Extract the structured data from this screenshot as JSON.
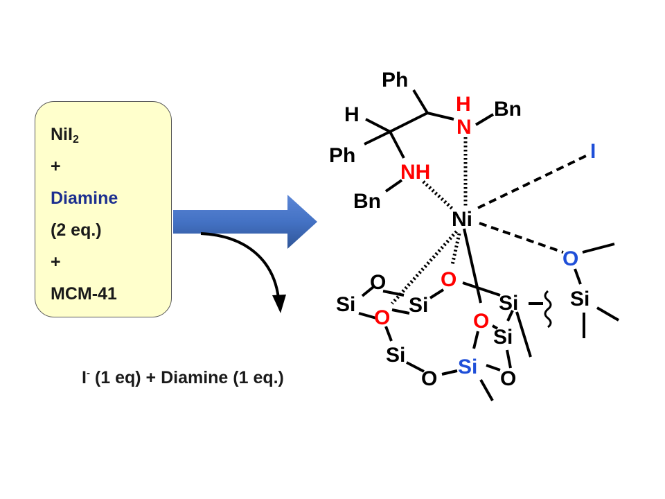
{
  "reactants": {
    "line1_main": "NiI",
    "line1_sub": "2",
    "plus1": "+",
    "diamine": "Diamine",
    "equivalents": "(2 eq.)",
    "plus2": "+",
    "support": "MCM-41"
  },
  "byproduct": {
    "iodide": "I",
    "iodide_charge": "-",
    "rest": " (1 eq) + Diamine (1 eq.)"
  },
  "structure": {
    "ph_top": "Ph",
    "h_left": "H",
    "h_on_n": "H",
    "n_top": "N",
    "bn_top": "Bn",
    "ph_left": "Ph",
    "nh": "NH",
    "bn_left": "Bn",
    "iodine": "I",
    "nickel": "Ni",
    "o_right": "O",
    "si_right": "Si",
    "o_center": "O",
    "o_upper_left": "O",
    "si_left": "Si",
    "si_mid": "Si",
    "si_right_ring": "Si",
    "o_left_red": "O",
    "o_lower": "O",
    "si_lower_right": "Si",
    "si_bottom_left": "Si",
    "o_bottom_left": "O",
    "si_bottom_blue": "Si",
    "o_bottom_right": "O"
  },
  "colors": {
    "box_fill": "#ffffcc",
    "diamine_text": "#1c2f8f",
    "heteroatom_red": "#ff0000",
    "ligand_blue": "#1f4fd8",
    "arrow_blue": "#4472c4"
  }
}
